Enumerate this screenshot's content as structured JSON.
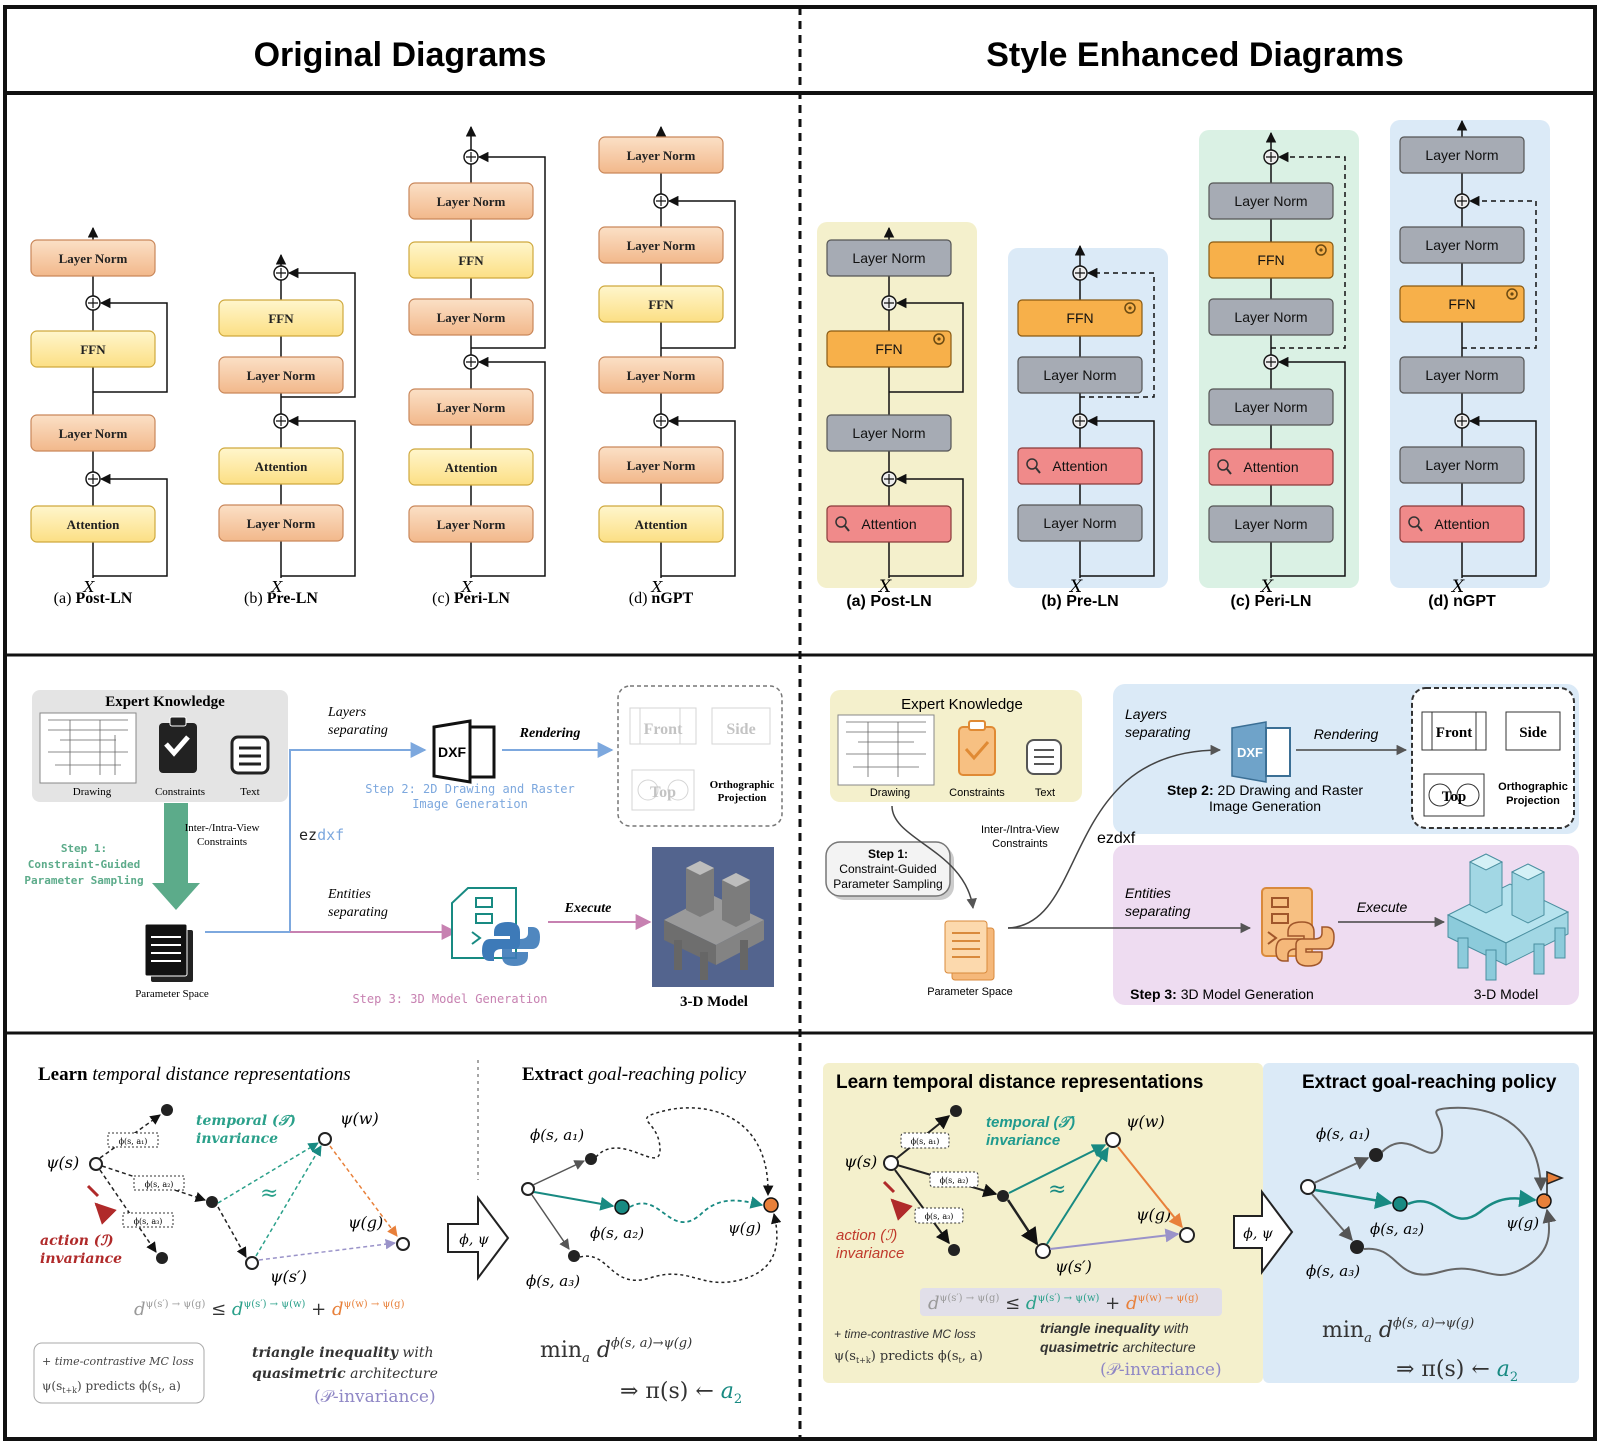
{
  "headers": {
    "left": "Original Diagrams",
    "right": "Style Enhanced Diagrams"
  },
  "ln_panel": {
    "captions": [
      {
        "prefix": "(a) ",
        "name": "Post-LN"
      },
      {
        "prefix": "(b) ",
        "name": "Pre-LN"
      },
      {
        "prefix": "(c) ",
        "name": "Peri-LN"
      },
      {
        "prefix": "(d) ",
        "name": "nGPT"
      }
    ],
    "input_label": "X",
    "columns": [
      [
        "Attention",
        "Layer Norm",
        "FFN",
        "Layer Norm"
      ],
      [
        "Layer Norm",
        "Attention",
        "Layer Norm",
        "FFN"
      ],
      [
        "Layer Norm",
        "Attention",
        "Layer Norm",
        "Layer Norm",
        "FFN",
        "Layer Norm"
      ],
      [
        "Attention",
        "Layer Norm",
        "Layer Norm",
        "FFN",
        "Layer Norm",
        "Layer Norm"
      ]
    ]
  },
  "cad_panel": {
    "expert_knowledge": "Expert Knowledge",
    "drawing": "Drawing",
    "constraints": "Constraints",
    "text": "Text",
    "inter_intra": [
      "Inter-/Intra-View",
      "Constraints"
    ],
    "step1_label": "Step 1:",
    "step1_lines": [
      "Constraint-Guided",
      "Parameter Sampling"
    ],
    "parameter_space": "Parameter Space",
    "layers_separating": [
      "Layers",
      "separating"
    ],
    "ezdxf": "ezdxf",
    "ez": "ez",
    "dxf": "dxf",
    "dxf_icon": "DXF",
    "rendering": "Rendering",
    "step2": [
      "Step 2: 2D Drawing and Raster",
      "Image Generation"
    ],
    "step2_label": "Step 2:",
    "step2_rest": " 2D Drawing and Raster",
    "step2_line2": "Image Generation",
    "front": "Front",
    "side": "Side",
    "top": "Top",
    "ortho": [
      "Orthographic",
      "Projection"
    ],
    "entities_separating": [
      "Entities",
      "separating"
    ],
    "execute": "Execute",
    "step3": "Step 3: 3D Model Generation",
    "step3_label": "Step 3:",
    "step3_rest": " 3D Model Generation",
    "model_3d_orig": "3-D Model",
    "model_3d_new": "3-D Model"
  },
  "rl_panel": {
    "learn_prefix": "Learn ",
    "learn_italic": "temporal distance representations",
    "learn_full": "Learn temporal distance representations",
    "extract_prefix": "Extract ",
    "extract_italic": "goal-reaching policy",
    "extract_full": "Extract goal-reaching policy",
    "psi_s": "ψ(s)",
    "psi_w": "ψ(w)",
    "psi_g": "ψ(g)",
    "psi_sp": "ψ(s′)",
    "phi_a1": "ϕ(s, a₁)",
    "phi_a2": "ϕ(s, a₂)",
    "phi_a3": "ϕ(s, a₃)",
    "small_a1": "ϕ(s, a₁)",
    "small_a2": "ϕ(s, a₂)",
    "small_a3": "ϕ(s, a₃)",
    "temporal": "temporal (𝒯)",
    "invariance": "invariance",
    "action": "action (ℐ)",
    "approx": "≈",
    "arrow_label": "ϕ, ψ",
    "ineq_d1": "d",
    "ineq_sup1": "ψ(s′) → ψ(g)",
    "ineq_le": " ≤ ",
    "ineq_d2": "d",
    "ineq_sup2": "ψ(s′) → ψ(w)",
    "ineq_plus": " + ",
    "ineq_d3": "d",
    "ineq_sup3": "ψ(w) → ψ(g)",
    "mc_loss": "+ time-contrastive MC loss",
    "mc_predicts": "ψ(s",
    "mc_sub1": "t+k",
    "mc_mid": ") predicts ϕ(s",
    "mc_sub2": "t",
    "mc_end": ", a)",
    "tri_bold": "triangle inequality",
    "tri_with": " with",
    "tri_bold2": "quasimetric",
    "tri_arch": " architecture",
    "p_inv": "(𝒫-invariance)",
    "min_a": "min",
    "min_sub": "a",
    "min_d": " d",
    "min_sup": "ϕ(s, a)→ψ(g)",
    "policy_pre": "⇒  π(s) ← ",
    "policy_a": "a",
    "policy_sub": "2"
  },
  "colors": {
    "ln_orange": "#f6c9a3",
    "ln_yellow": "#fde9a7",
    "gray_box": "#a6abb4",
    "attention_red": "#f08a8a",
    "ffn_orange": "#f7b04a",
    "panel_yellow": "#f4f0cc",
    "panel_blue": "#dbeaf7",
    "panel_green": "#daf1e4",
    "panel_pink": "#eedcf1",
    "teal": "#188a82",
    "orange_node": "#e8803a",
    "blue_line": "#7da8de",
    "pink_line": "#c781b1",
    "green_arrow": "#5cab8a"
  }
}
